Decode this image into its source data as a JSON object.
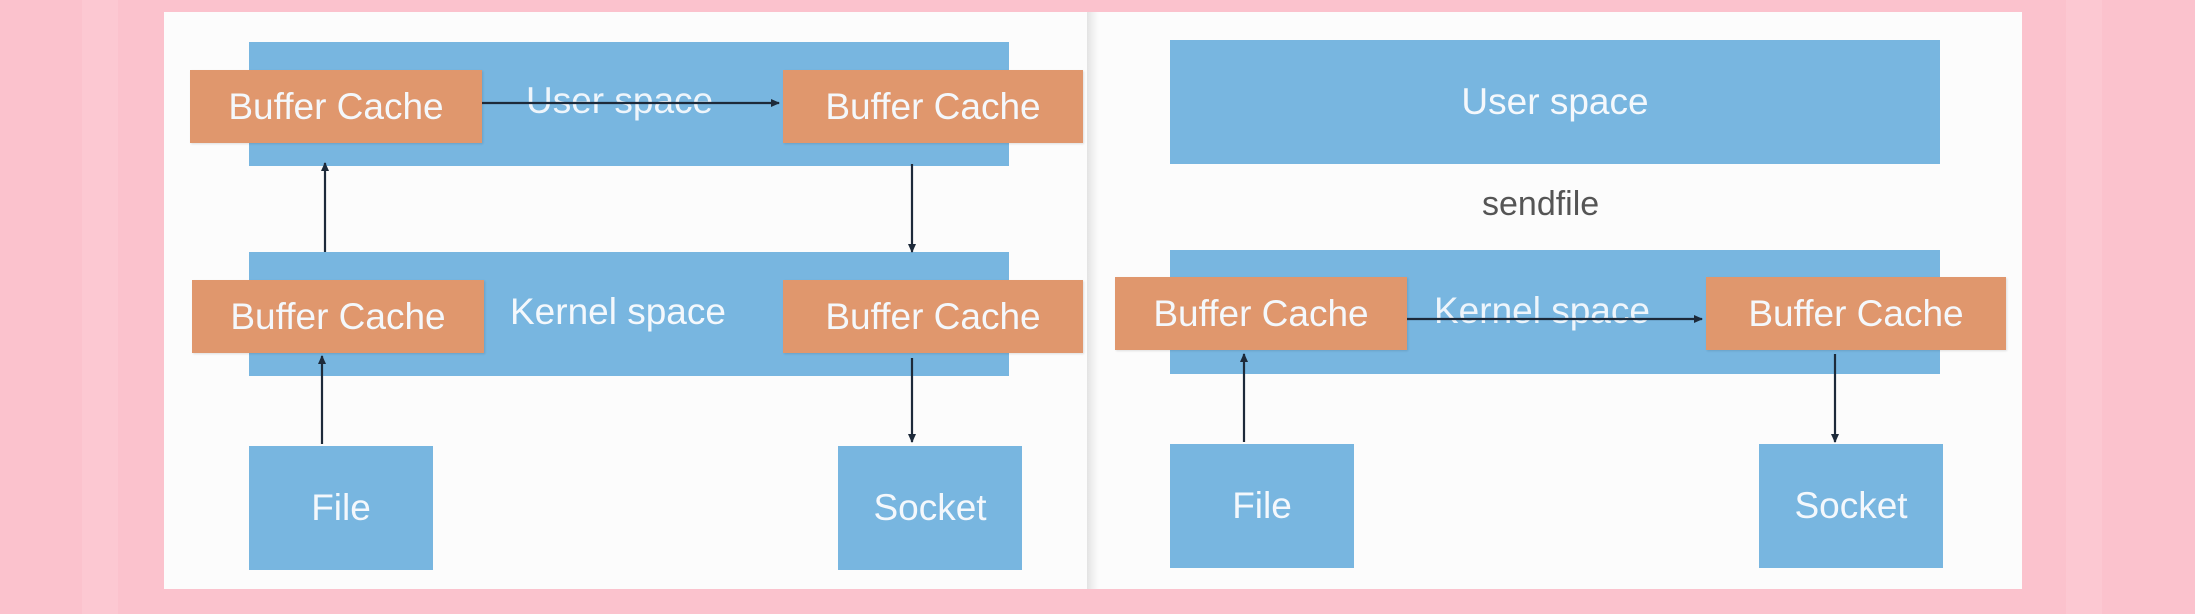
{
  "diagram": {
    "left": {
      "user_space_label": "User space",
      "kernel_space_label": "Kernel space",
      "user_buffer_left": "Buffer Cache",
      "user_buffer_right": "Buffer Cache",
      "kernel_buffer_left": "Buffer Cache",
      "kernel_buffer_right": "Buffer Cache",
      "file_label": "File",
      "socket_label": "Socket"
    },
    "right": {
      "user_space_label": "User space",
      "sendfile_label": "sendfile",
      "kernel_space_label": "Kernel space",
      "kernel_buffer_left": "Buffer Cache",
      "kernel_buffer_right": "Buffer Cache",
      "file_label": "File",
      "socket_label": "Socket"
    }
  },
  "colors": {
    "background": "#fbc2cd",
    "layer_blue": "#78b6e0",
    "buffer_orange": "#e0976d",
    "arrow": "#1d2a3a"
  }
}
